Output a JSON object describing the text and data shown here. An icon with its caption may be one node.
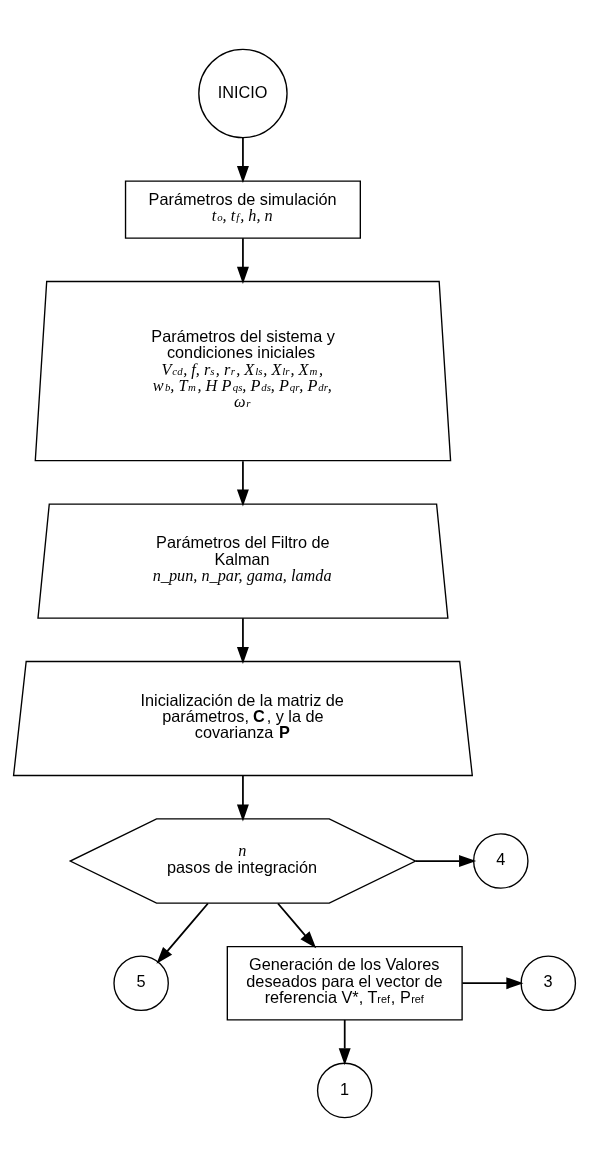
{
  "diagram": {
    "nodes": [
      {
        "text": [
          "INICIO"
        ]
      },
      {
        "text": [
          "Parámetros de simulación",
          "t$_{o}$, t$_{f}$, h, n"
        ]
      },
      {
        "text": [
          "Parámetros del sistema y condiciones iniciales",
          "V$_{cd}$, f, r$_{s}$, r$_{r}$, X$_{ls}$, X$_{lr}$, X$_{m}$, w$_{b}$, T$_{m}$, H P$_{qs}$, P$_{ds}$, P$_{qr}$, P$_{dr}$, ω$_{r}$"
        ]
      },
      {
        "text": [
          "Parámetros del Filtro de Kalman",
          "n_pun, n_par, gama, lamda"
        ]
      },
      {
        "text": [
          "Inicialización de la matriz de parámetros, **C**, y la de covarianza **P**"
        ]
      },
      {
        "text": [
          "n",
          "pasos de integración"
        ]
      },
      {
        "text": [
          "4"
        ]
      },
      {
        "text": [
          "5"
        ]
      },
      {
        "text": [
          "Generación de los Valores deseados para el vector de referencia V*, T$_{ref}$, P$_{ref}$"
        ]
      },
      {
        "text": [
          "3"
        ]
      },
      {
        "text": [
          "1"
        ]
      }
    ],
    "edges": [
      {
        "from": 0,
        "to": 1,
        "arrow": "to"
      },
      {
        "from": 1,
        "to": 2,
        "arrow": "to"
      },
      {
        "from": 2,
        "to": 3,
        "arrow": "to"
      },
      {
        "from": 3,
        "to": 4,
        "arrow": "to"
      },
      {
        "from": 4,
        "to": 5,
        "arrow": "to"
      },
      {
        "from": 5,
        "to": 6,
        "arrow": "to"
      },
      {
        "from": 5,
        "to": 7,
        "arrow": "to"
      },
      {
        "from": 5,
        "to": 8,
        "arrow": "to"
      },
      {
        "from": 8,
        "to": 9,
        "arrow": "to"
      },
      {
        "from": 8,
        "to": 10,
        "arrow": "to"
      }
    ]
  }
}
